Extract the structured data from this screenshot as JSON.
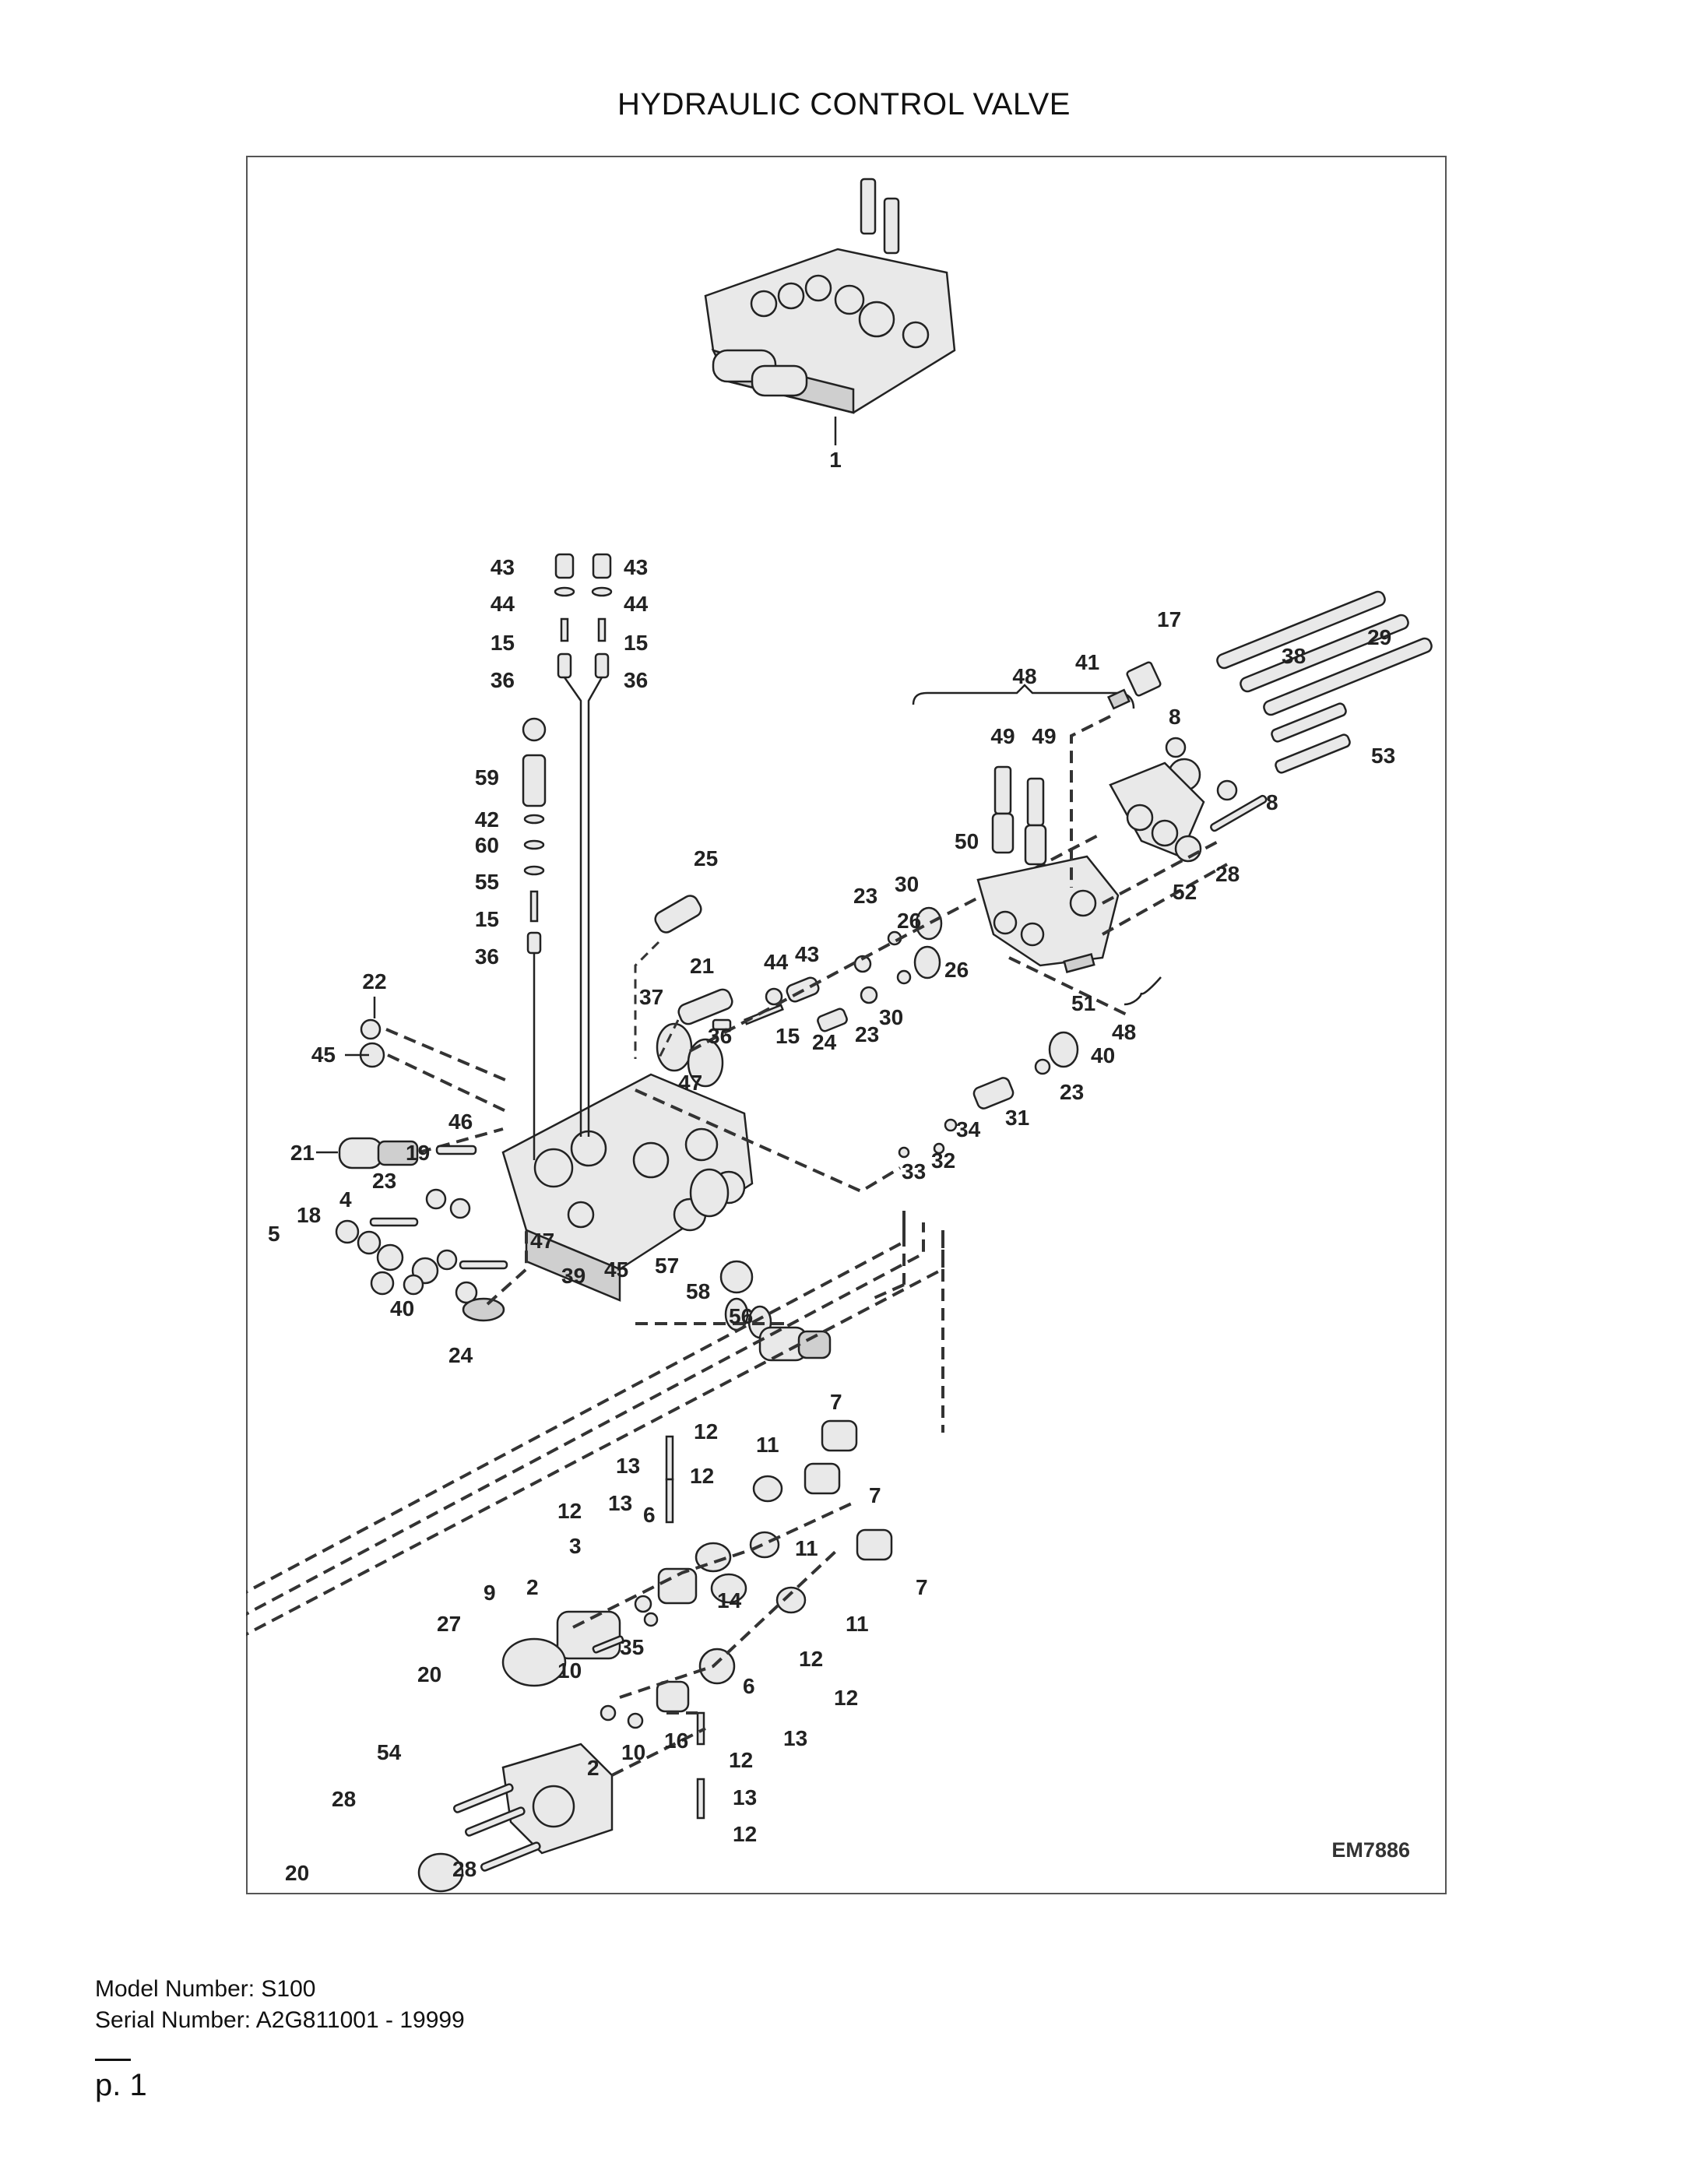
{
  "page": {
    "title": "HYDRAULIC CONTROL VALVE",
    "figure_code": "EM7886",
    "model_line": "Model Number: S100",
    "serial_line": "Serial Number: A2G811001 - 19999",
    "page_label": "p. 1"
  },
  "callouts": {
    "c1": "1",
    "c43a": "43",
    "c43b": "43",
    "c44a": "44",
    "c44b": "44",
    "c15a": "15",
    "c15b": "15",
    "c36a": "36",
    "c36b": "36",
    "c59": "59",
    "c42": "42",
    "c60": "60",
    "c55": "55",
    "c15c": "15",
    "c36c": "36",
    "c22": "22",
    "c45a": "45",
    "c21a": "21",
    "c46": "46",
    "c19": "19",
    "c23a": "23",
    "c4": "4",
    "c18": "18",
    "c5": "5",
    "c40a": "40",
    "c24a": "24",
    "c47a": "47",
    "c47b": "47",
    "c39": "39",
    "c45b": "45",
    "c57": "57",
    "c58": "58",
    "c56": "56",
    "c25": "25",
    "c21b": "21",
    "c37": "37",
    "c44c": "44",
    "c43c": "43",
    "c15d": "15",
    "c36d": "36",
    "c24b": "24",
    "c23b": "23",
    "c30a": "30",
    "c30b": "30",
    "c23c": "23",
    "c26a": "26",
    "c26b": "26",
    "c48a": "48",
    "c49a": "49",
    "c49b": "49",
    "c50": "50",
    "c51": "51",
    "c48b": "48",
    "c17": "17",
    "c41": "41",
    "c8a": "8",
    "c8b": "8",
    "c38": "38",
    "c29": "29",
    "c53": "53",
    "c52": "52",
    "c28a": "28",
    "c40b": "40",
    "c23d": "23",
    "c31": "31",
    "c34": "34",
    "c32": "32",
    "c33": "33",
    "c7a": "7",
    "c7b": "7",
    "c7c": "7",
    "c11a": "11",
    "c11b": "11",
    "c11c": "11",
    "c12a": "12",
    "c12b": "12",
    "c12c": "12",
    "c12d": "12",
    "c12e": "12",
    "c12f": "12",
    "c12g": "12",
    "c13a": "13",
    "c13b": "13",
    "c13c": "13",
    "c13d": "13",
    "c6a": "6",
    "c6b": "6",
    "c3": "3",
    "c14": "14",
    "c9": "9",
    "c2a": "2",
    "c2b": "2",
    "c27": "27",
    "c20a": "20",
    "c20b": "20",
    "c10a": "10",
    "c10b": "10",
    "c35": "35",
    "c16": "16",
    "c54": "54",
    "c28b": "28",
    "c28c": "28"
  }
}
